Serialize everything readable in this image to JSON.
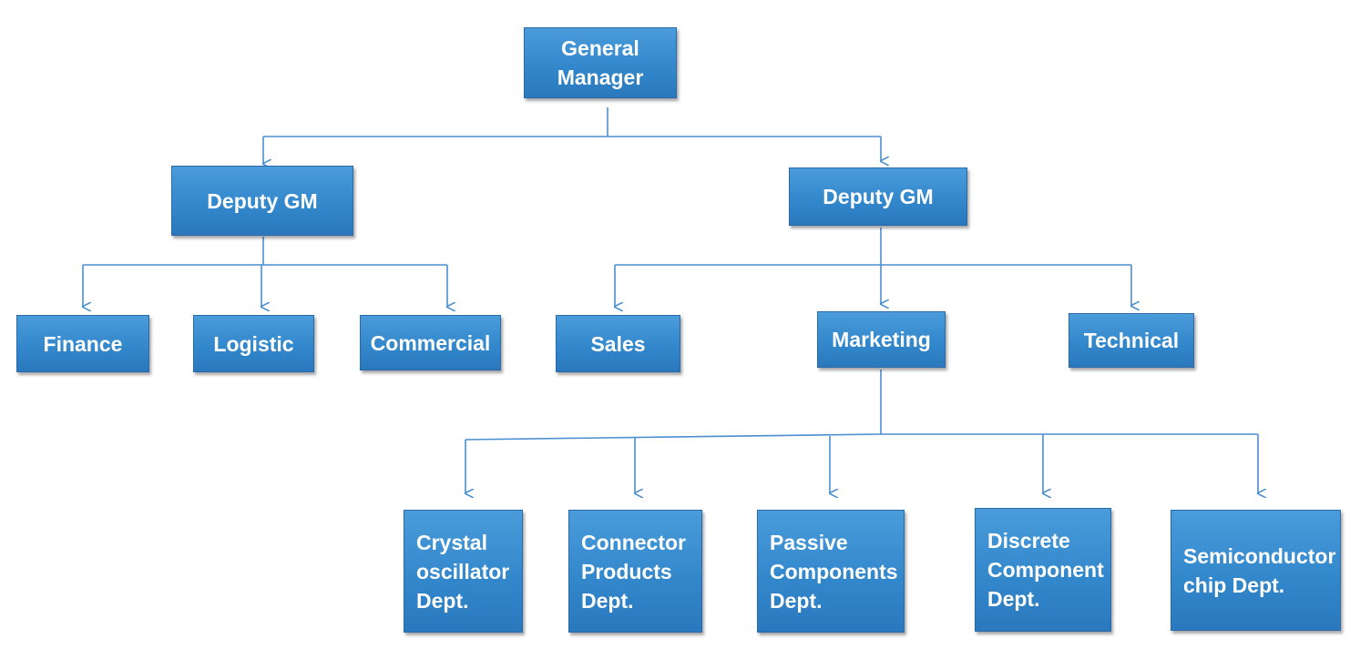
{
  "nodes": {
    "gm": "General\nManager",
    "deputy_left": "Deputy GM",
    "deputy_right": "Deputy GM",
    "finance": "Finance",
    "logistic": "Logistic",
    "commercial": "Commercial",
    "sales": "Sales",
    "marketing": "Marketing",
    "technical": "Technical",
    "crystal": "Crystal\noscillator\nDept.",
    "connector": "Connector\nProducts\nDept.",
    "passive": "Passive\nComponents\nDept.",
    "discrete": "Discrete\nComponent\nDept.",
    "semiconductor": "Semiconductor\nchip Dept."
  },
  "colors": {
    "node_fill": "#3a8ed3",
    "connector_line": "#4b8fd0"
  }
}
